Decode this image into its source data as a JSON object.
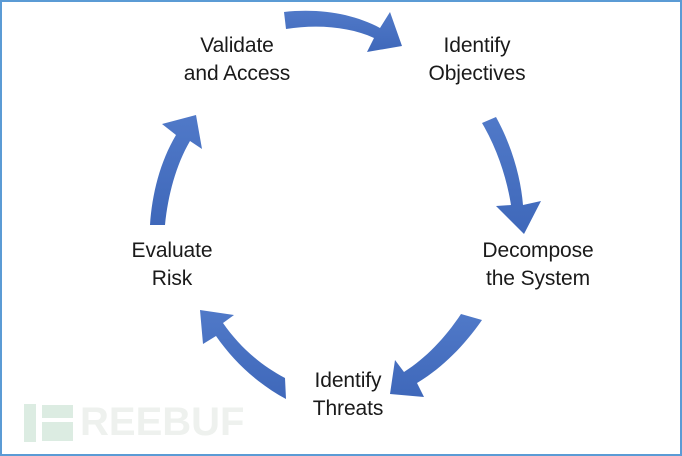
{
  "figure": {
    "type": "cycle-diagram",
    "direction": "clockwise",
    "border_color": "#5B9BD5",
    "arrow_color": "#4472C4",
    "background_color": "#FFFFFF",
    "text_color": "#1A1A1A"
  },
  "stages": [
    {
      "id": "validate-and-access",
      "label": "Validate\nand Access",
      "position": "top-left"
    },
    {
      "id": "identify-objectives",
      "label": "Identify\nObjectives",
      "position": "top-right"
    },
    {
      "id": "decompose-the-system",
      "label": "Decompose\nthe System",
      "position": "right"
    },
    {
      "id": "identify-threats",
      "label": "Identify\nThreats",
      "position": "bottom"
    },
    {
      "id": "evaluate-risk",
      "label": "Evaluate\nRisk",
      "position": "left"
    }
  ],
  "arrows": [
    {
      "id": "arrow-top",
      "from": "validate-and-access",
      "to": "identify-objectives",
      "points": "right"
    },
    {
      "id": "arrow-right",
      "from": "identify-objectives",
      "to": "decompose-the-system",
      "points": "down"
    },
    {
      "id": "arrow-bottom-right",
      "from": "decompose-the-system",
      "to": "identify-threats",
      "points": "down-left"
    },
    {
      "id": "arrow-bottom-left",
      "from": "identify-threats",
      "to": "evaluate-risk",
      "points": "up-left"
    },
    {
      "id": "arrow-left",
      "from": "evaluate-risk",
      "to": "validate-and-access",
      "points": "up"
    }
  ],
  "watermark": {
    "text": "REEBUF",
    "full_text": "FREEBUF",
    "logo_color": "#DCECE2",
    "text_color": "#EEF1EE"
  }
}
